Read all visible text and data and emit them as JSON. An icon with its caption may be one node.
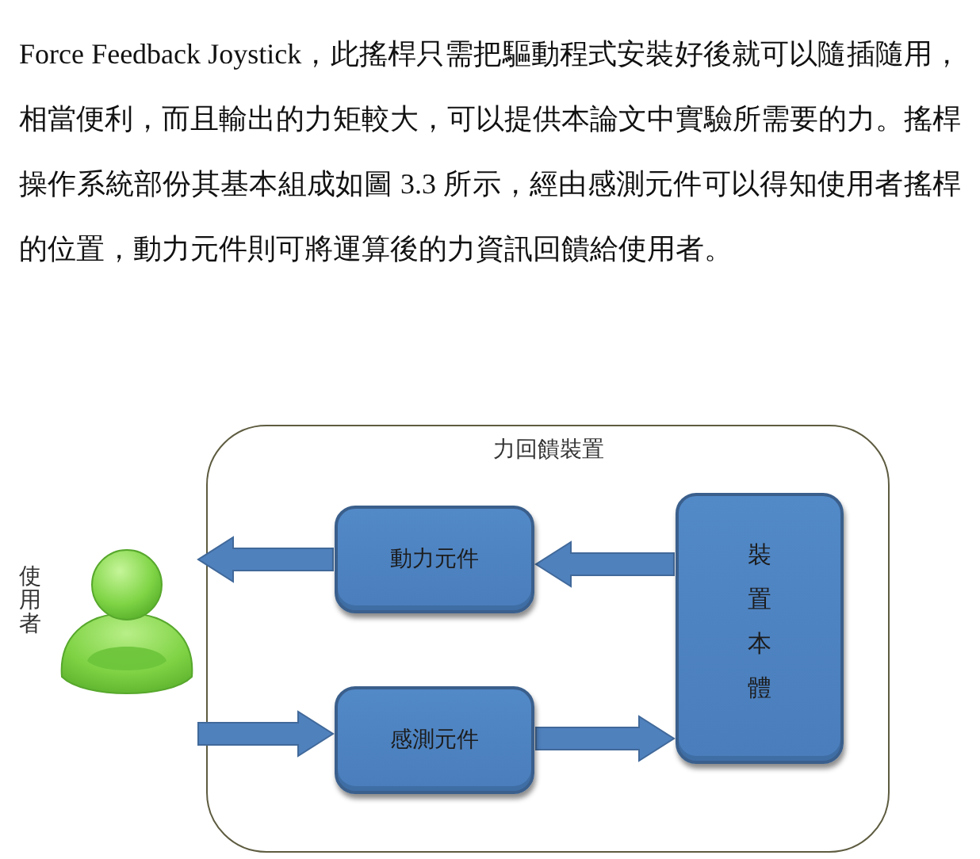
{
  "diagram": {
    "nodes": [
      {
        "text": [
          "力回饋裝置"
        ]
      },
      {
        "text": [
          "動力元件"
        ],
        "in": 0
      },
      {
        "text": [
          "裝置本體"
        ],
        "in": 0
      },
      {
        "text": [
          "感測元件"
        ],
        "in": 0
      },
      {
        "text": [],
        "shape": "person",
        "beside": [
          "使用者"
        ]
      }
    ],
    "edges": [
      {
        "from": 2,
        "to": 1,
        "arrow": "to"
      },
      {
        "from": 1,
        "to": 4,
        "arrow": "to"
      },
      {
        "from": 4,
        "to": 3,
        "arrow": "to"
      },
      {
        "from": 3,
        "to": 2,
        "arrow": "to"
      }
    ],
    "labels": [
      "Force Feedback Joystick，此搖桿只需把驅動程式安裝好後就可以隨插隨用，相當便利，而且輸出的力矩較大，可以提供本論文中實驗所需要的力。搖桿操作系統部份其基本組成如圖 3.3 所示，經由感測元件可以得知使用者搖桿的位置，動力元件則可將運算後的力資訊回饋給使用者。"
    ]
  }
}
